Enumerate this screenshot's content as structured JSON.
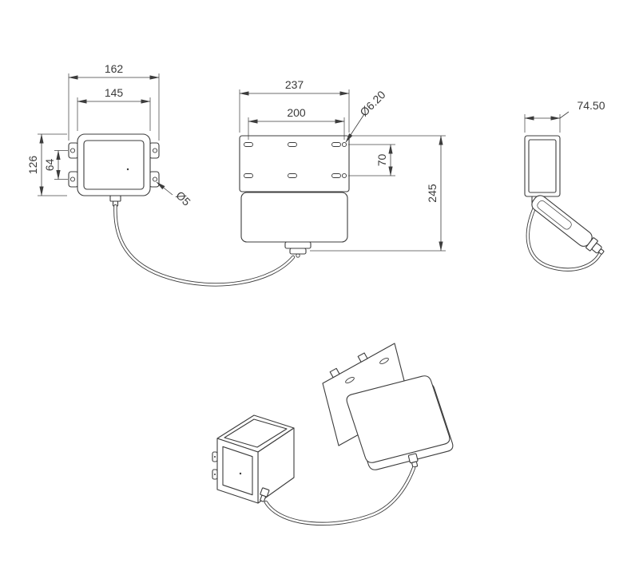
{
  "meta": {
    "background_color": "#ffffff",
    "line_color": "#3c3c3c"
  },
  "views": {
    "control_box_front": {
      "dims": {
        "outer_width": "162",
        "body_width": "145",
        "outer_height": "126",
        "hole_spacing": "64",
        "ear_hole_dia": "Ø5"
      }
    },
    "antenna_front": {
      "dims": {
        "outer_width": "237",
        "hole_spacing_h": "200",
        "hole_dia": "Ø6.20",
        "hole_spacing_v": "70",
        "total_height": "245"
      }
    },
    "antenna_side": {
      "dims": {
        "depth": "74.50"
      }
    }
  }
}
